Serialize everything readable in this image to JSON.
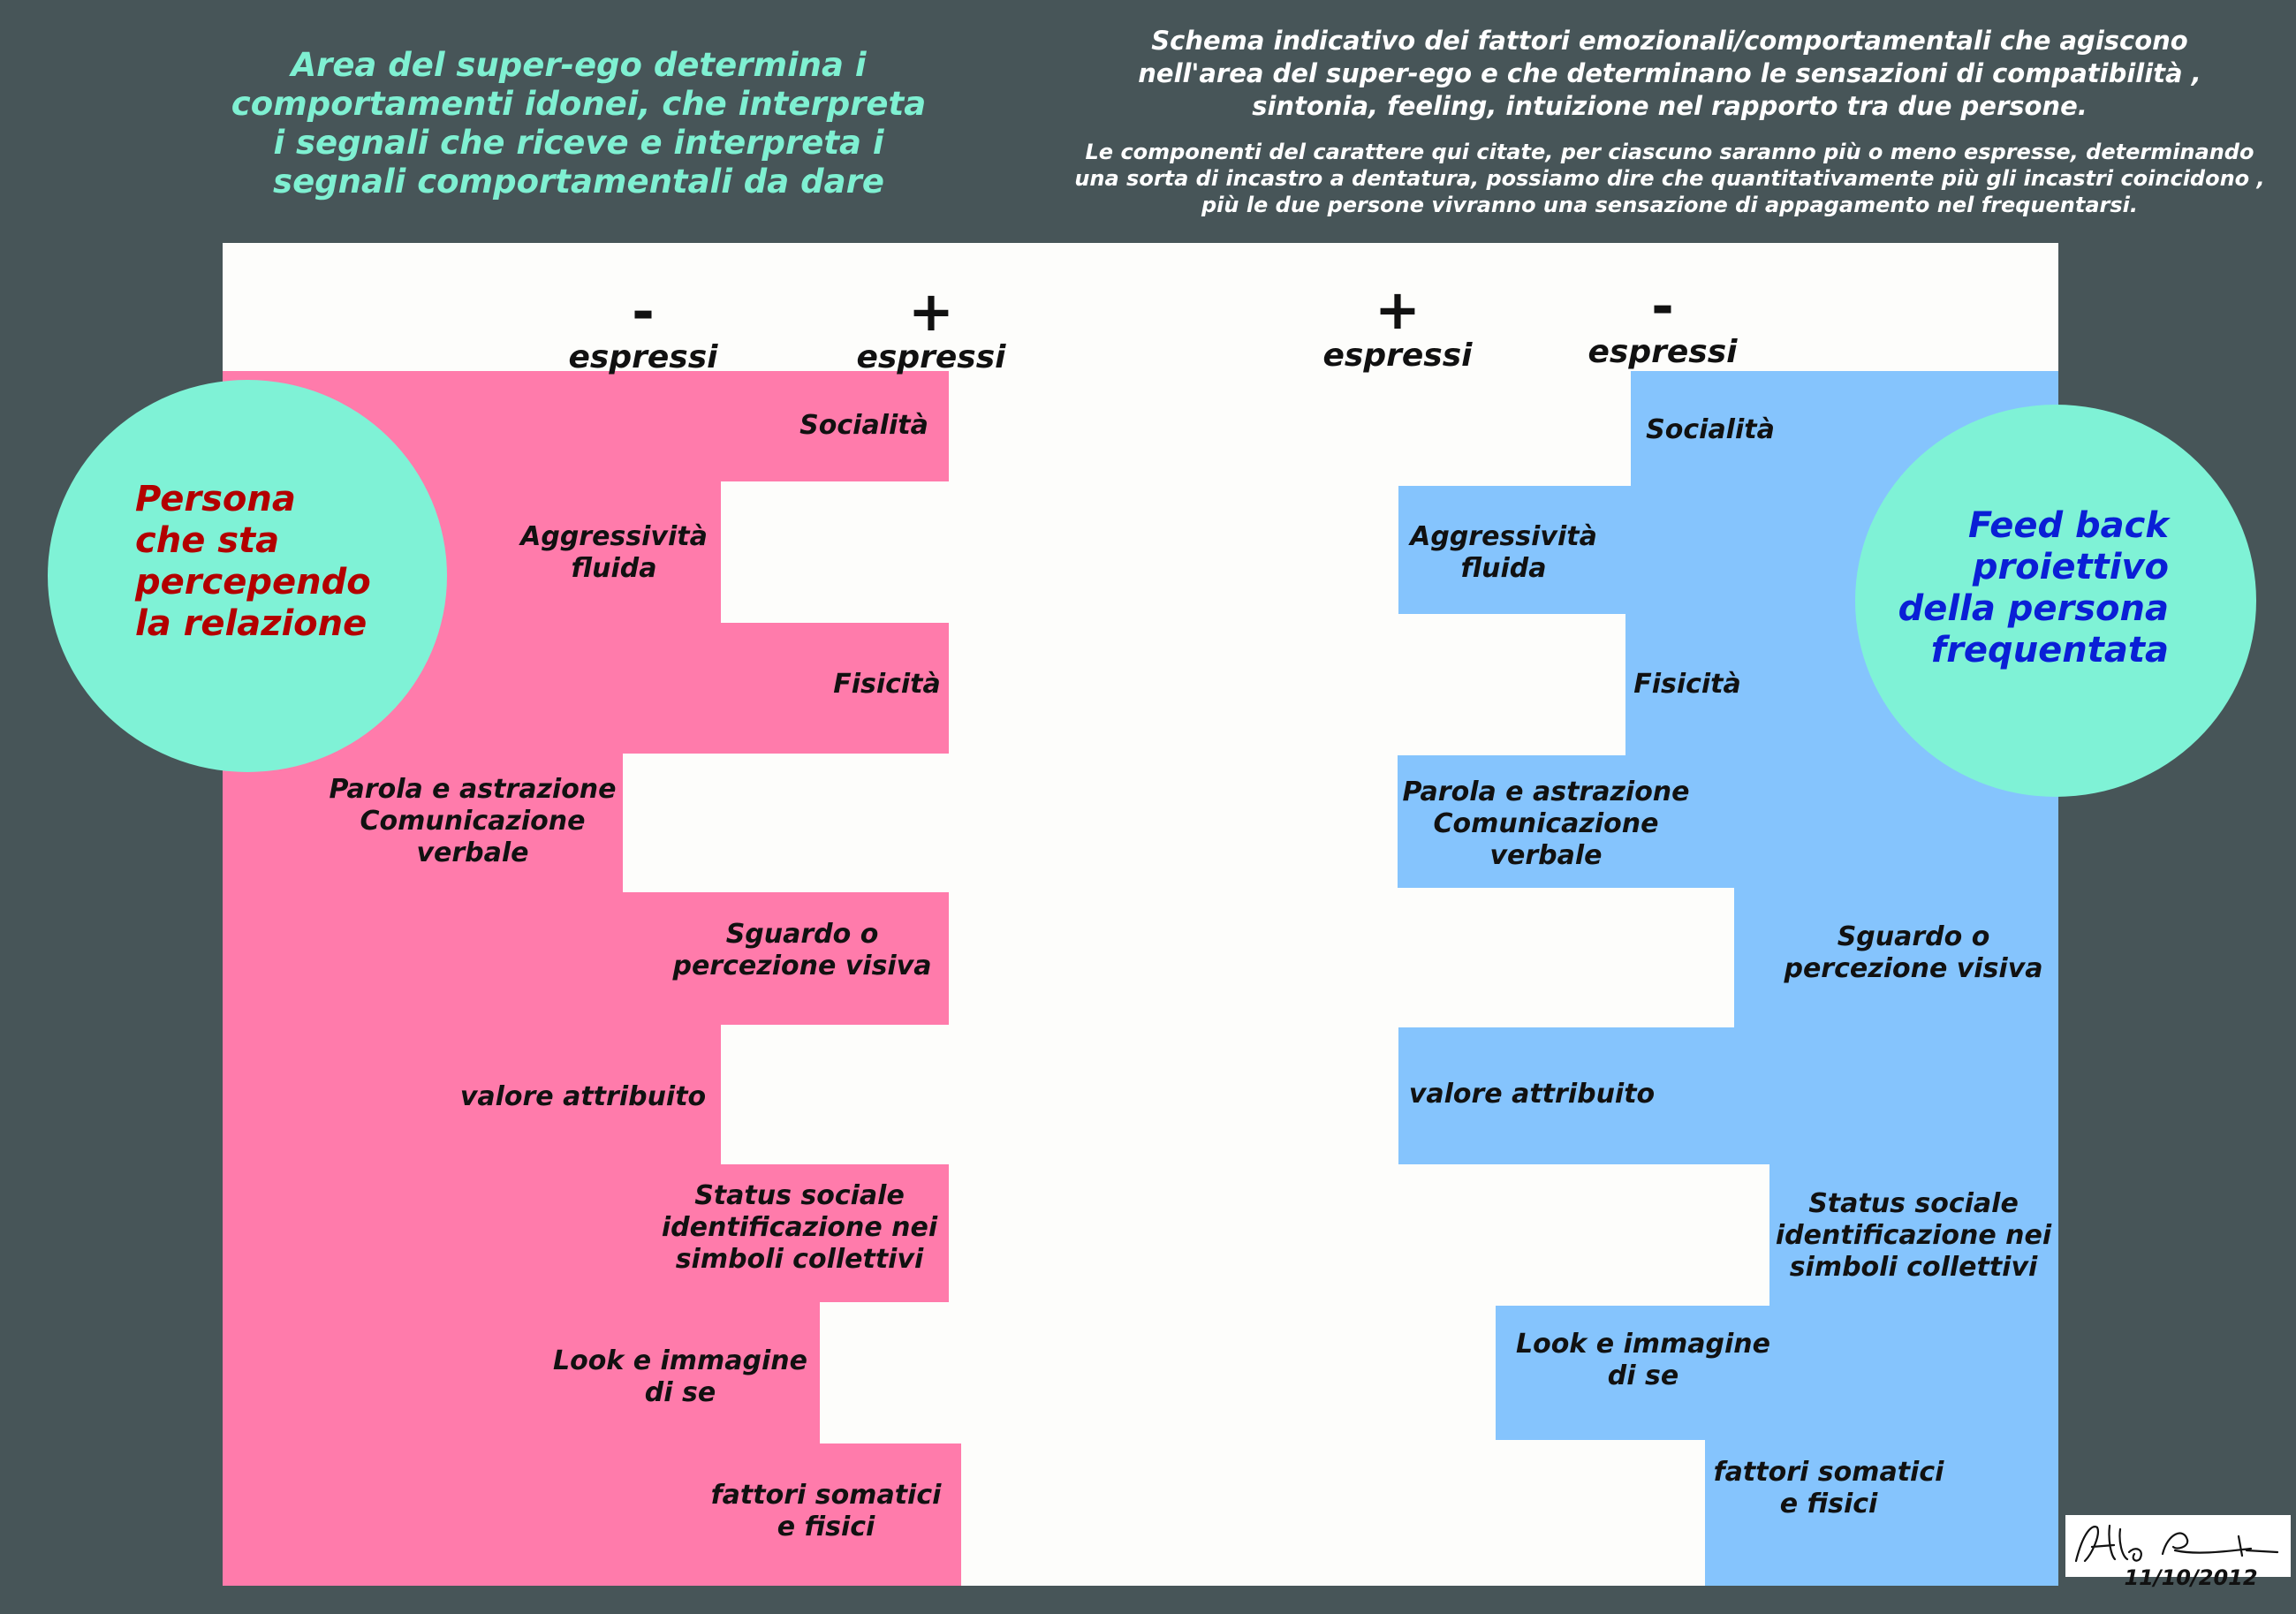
{
  "headers": {
    "left_lines": [
      "Area del super-ego determina i",
      "comportamenti idonei, che interpreta",
      "i segnali che riceve e interpreta i",
      "segnali comportamentali da dare"
    ],
    "right_main_lines": [
      "Schema indicativo dei fattori emozionali/comportamentali che agiscono",
      "nell'area del super-ego e che determinano le sensazioni di compatibilità ,",
      "sintonia, feeling, intuizione nel rapporto tra due persone."
    ],
    "right_sub_lines": [
      "Le componenti del carattere qui citate, per ciascuno saranno più o meno espresse, determinando",
      "una sorta di incastro a dentatura, possiamo dire che quantitativamente più gli incastri coincidono ,",
      "più le due persone vivranno una sensazione di appagamento nel frequentarsi."
    ]
  },
  "scale_labels": {
    "left_minus": {
      "sign": "-",
      "text": "espressi"
    },
    "left_plus": {
      "sign": "+",
      "text": "espressi"
    },
    "right_plus": {
      "sign": "+",
      "text": "espressi"
    },
    "right_minus": {
      "sign": "-",
      "text": "espressi"
    }
  },
  "left_person": {
    "lines": [
      "Persona",
      "che sta",
      "percependo",
      "la relazione"
    ],
    "color": "#b30000"
  },
  "right_person": {
    "lines": [
      "Feed back",
      "proiettivo",
      "della persona",
      "frequentata"
    ],
    "color": "#0a1fd6"
  },
  "colors": {
    "background": "#475558",
    "board": "#fdfdfb",
    "left_band": "#ff7bab",
    "right_band": "#85c4fd",
    "circle": "#7ff2d6",
    "header_left": "#7ff0d2"
  },
  "left_rows": [
    {
      "label": [
        "Socialità"
      ]
    },
    {
      "label": [
        "Aggressività",
        "fluida"
      ]
    },
    {
      "label": [
        "Fisicità"
      ]
    },
    {
      "label": [
        "Parola e astrazione",
        "Comunicazione",
        "verbale"
      ]
    },
    {
      "label": [
        "Sguardo o",
        "percezione visiva"
      ]
    },
    {
      "label": [
        "valore attribuito"
      ]
    },
    {
      "label": [
        "Status sociale",
        "identificazione nei",
        "simboli collettivi"
      ]
    },
    {
      "label": [
        "Look e immagine",
        "di se"
      ]
    },
    {
      "label": [
        "fattori somatici",
        "e fisici"
      ]
    }
  ],
  "right_rows": [
    {
      "label": [
        "Socialità"
      ]
    },
    {
      "label": [
        "Aggressività",
        "fluida"
      ]
    },
    {
      "label": [
        "Fisicità"
      ]
    },
    {
      "label": [
        "Parola e astrazione",
        "Comunicazione",
        "verbale"
      ]
    },
    {
      "label": [
        "Sguardo o",
        "percezione visiva"
      ]
    },
    {
      "label": [
        "valore attribuito"
      ]
    },
    {
      "label": [
        "Status sociale",
        "identificazione nei",
        "simboli collettivi"
      ]
    },
    {
      "label": [
        "Look e immagine",
        "di se"
      ]
    },
    {
      "label": [
        "fattori somatici",
        "e fisici"
      ]
    }
  ],
  "signature": {
    "date": "11/10/2012"
  }
}
